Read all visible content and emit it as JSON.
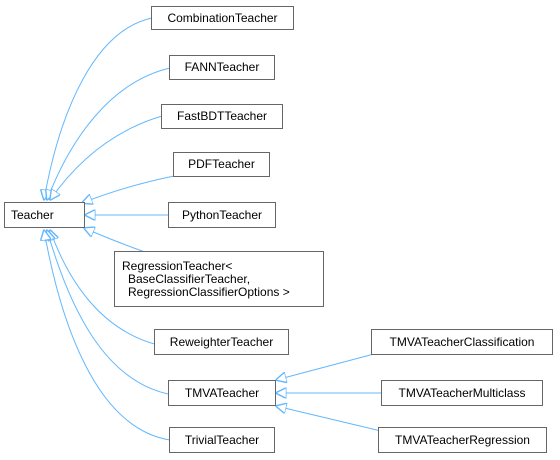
{
  "diagram": {
    "nodes": {
      "teacher": "Teacher",
      "combination": "CombinationTeacher",
      "fann": "FANNTeacher",
      "fastbdt": "FastBDTTeacher",
      "pdf": "PDFTeacher",
      "python": "PythonTeacher",
      "regression_line1": "RegressionTeacher<",
      "regression_line2": "BaseClassifierTeacher,",
      "regression_line3": "RegressionClassifierOptions >",
      "reweighter": "ReweighterTeacher",
      "tmva": "TMVATeacher",
      "trivial": "TrivialTeacher",
      "tmva_classification": "TMVATeacherClassification",
      "tmva_multiclass": "TMVATeacherMulticlass",
      "tmva_regression": "TMVATeacherRegression"
    },
    "edge_color": "#63b8ff",
    "border_color": "#666666"
  }
}
